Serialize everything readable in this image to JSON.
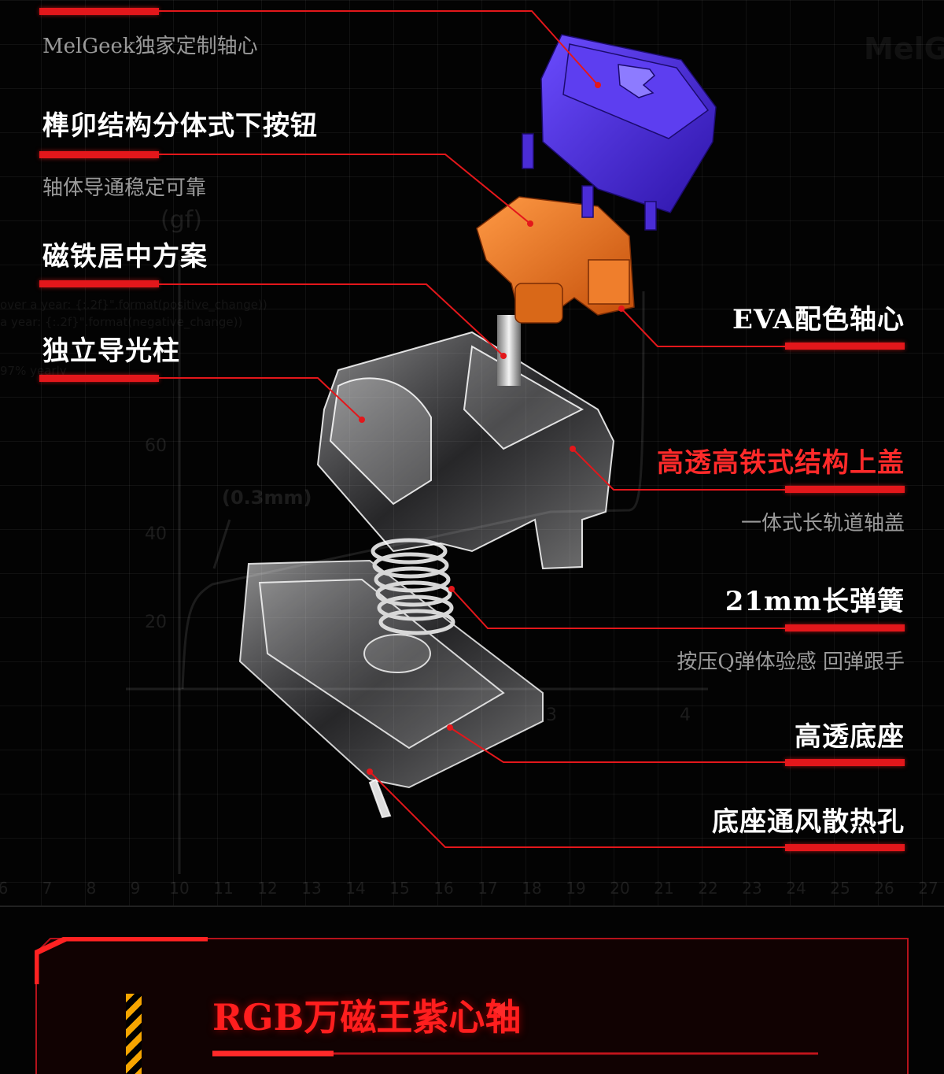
{
  "left_features": [
    {
      "title": "",
      "subtitle": "MelGeek独家定制轴心"
    },
    {
      "title": "榫卯结构分体式下按钮",
      "subtitle": "轴体导通稳定可靠"
    },
    {
      "title": "磁铁居中方案",
      "subtitle": ""
    },
    {
      "title": "独立导光柱",
      "subtitle": ""
    }
  ],
  "right_features": [
    {
      "title": "EVA配色轴心",
      "subtitle": "",
      "highlight": false
    },
    {
      "title": "高透高铁式结构上盖",
      "subtitle": "一体式长轨道轴盖",
      "highlight": true
    },
    {
      "title": "21mm长弹簧",
      "subtitle": "按压Q弹体验感 回弹跟手",
      "highlight": false
    },
    {
      "title": "高透底座",
      "subtitle": "",
      "highlight": false
    },
    {
      "title": "底座通风散热孔",
      "subtitle": "",
      "highlight": false
    }
  ],
  "background": {
    "ruler_numbers": [
      "6",
      "7",
      "8",
      "9",
      "10",
      "11",
      "12",
      "13",
      "14",
      "15",
      "16",
      "17",
      "18",
      "19",
      "20",
      "21",
      "22",
      "23",
      "24",
      "25",
      "26",
      "27"
    ],
    "graph_y_ticks": [
      "60",
      "40",
      "20"
    ],
    "graph_x_ticks": [
      "3",
      "4"
    ],
    "unit_gf": "(gf)",
    "travel_label": "(0.3mm)",
    "logo_text": "MelGe",
    "code_lines": [
      "over a year: {:.2f}\".format(positive_change))",
      "a year: {:.2f}\".format(negative_change))",
      "97% yearly"
    ]
  },
  "banner": {
    "title": "RGB万磁王紫心轴"
  },
  "colors": {
    "accent_red": "#e3171b",
    "stem_purple": "#4b2bd6",
    "eva_orange": "#f07420",
    "hazard_yellow": "#f6a500"
  }
}
